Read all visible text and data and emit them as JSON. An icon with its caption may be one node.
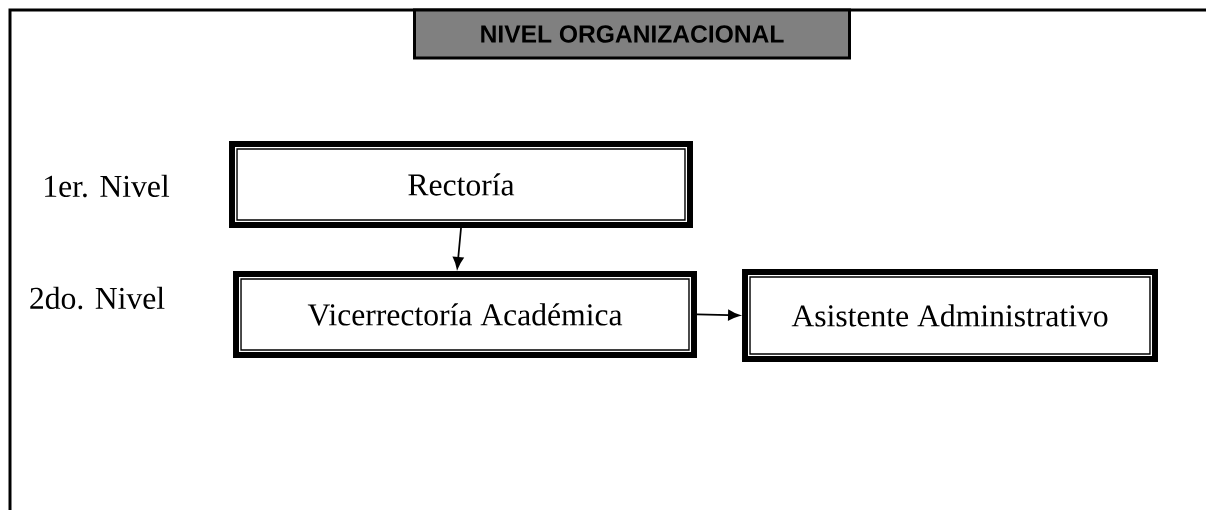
{
  "diagram": {
    "title": "NIVEL ORGANIZACIONAL",
    "nodes": [
      {
        "text": [
          "Rectoría"
        ]
      },
      {
        "text": [
          "Vicerrectoría Académica"
        ]
      },
      {
        "text": [
          "Asistente Administrativo"
        ]
      }
    ],
    "edges": [
      {
        "from": 0,
        "to": 1,
        "arrow": "to"
      },
      {
        "from": 1,
        "to": 2,
        "arrow": "to"
      }
    ],
    "labels": [
      "1er.  Nivel",
      "2do. Nivel"
    ]
  }
}
